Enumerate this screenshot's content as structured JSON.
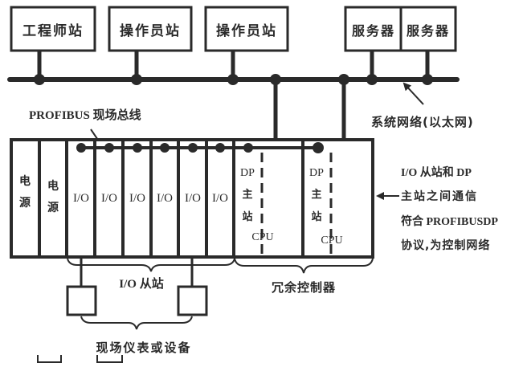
{
  "stations": {
    "engineer": "工程师站",
    "operator1": "操作员站",
    "operator2": "操作员站",
    "server1": "服务器",
    "server2": "服务器"
  },
  "labels": {
    "system_network": "系统网络(以太网)",
    "profibus": "PROFIBUS 现场总线",
    "io_slave": "I/O 从站",
    "redundant_controller": "冗余控制器",
    "field_devices": "现场仪表或设备"
  },
  "rack": {
    "power_supplies": [
      {
        "line1": "电",
        "line2": "源"
      },
      {
        "line1": "电",
        "line2": "源"
      }
    ],
    "io_modules": [
      "I/O",
      "I/O",
      "I/O",
      "I/O",
      "I/O",
      "I/O"
    ],
    "cpus": [
      {
        "dp": "DP",
        "master1": "主",
        "master2": "站",
        "cpu": "CPU"
      },
      {
        "dp": "DP",
        "master1": "主",
        "master2": "站",
        "cpu": "CPU"
      }
    ]
  },
  "annotation": {
    "lines": [
      "I/O 从站和 DP",
      "主站之间通信",
      "符合 PROFIBUSDP",
      "协议,为控制网络"
    ]
  },
  "colors": {
    "ink": "#2a2a2a",
    "background": "#ffffff"
  }
}
